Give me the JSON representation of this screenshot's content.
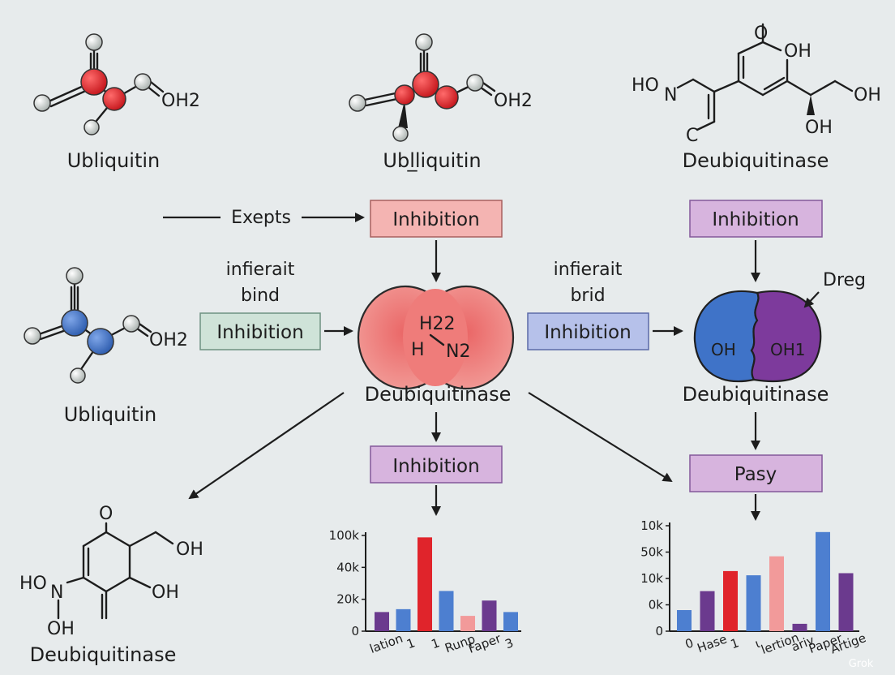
{
  "molecules": {
    "top_left": {
      "caption": "Ubliquitin",
      "group_label": "OH2",
      "atom_color": "#e0242b"
    },
    "top_center": {
      "caption": "Ubl̲liquitin",
      "group_label": "OH2",
      "atom_color": "#e0242b"
    },
    "top_right": {
      "caption": "Deubiquitinase",
      "atoms": {
        "n_group": "HO",
        "n": "N",
        "c": "C",
        "o_top": "O",
        "oh_top": "OH",
        "oh_right": "OH",
        "oh_bottom": "OH"
      }
    },
    "mid_left": {
      "caption": "Ubliquitin",
      "group_label": "OH2",
      "atom_color": "#3f73c8"
    },
    "bottom_left": {
      "caption": "Deubiquitinase",
      "atoms": {
        "o_top": "O",
        "oh_right": "OH",
        "oh_mid": "OH",
        "n_group": "HO",
        "n": "N",
        "oh_bottom": "OH"
      }
    }
  },
  "flow": {
    "exepts_label": "Exepts",
    "left_side_label_1": "infierait",
    "left_side_label_2": "bind",
    "right_side_label_1": "infierait",
    "right_side_label_2": "brid",
    "drug_label": "Dreg"
  },
  "boxes": {
    "top_center": "Inhibition",
    "top_right": "Inhibition",
    "mid_left": "Inhibition",
    "mid_right": "Inhibition",
    "bottom_center": "Inhibition",
    "bottom_right": "Pasy"
  },
  "enzymes": {
    "center": {
      "caption": "Deubiquitinase",
      "formula_1": "H22",
      "formula_2": "H",
      "formula_3": "N2",
      "color": "#f08c8c"
    },
    "right": {
      "caption": "Deubiquitinase",
      "left_label": "OH",
      "right_label": "OH1",
      "left_color": "#3f73c8",
      "right_color": "#7d3a9c"
    }
  },
  "colors": {
    "pink_box": "#f4b4b2",
    "purple_box": "#d7b4de",
    "green_box": "#cfe3d8",
    "blue_box": "#b6c1ea",
    "red": "#e0242b",
    "blue": "#4d7fd0",
    "purple": "#6b3a8e",
    "pink": "#f29a9a"
  },
  "chart_data": [
    {
      "type": "bar",
      "title": "",
      "xlabel": "",
      "ylabel": "",
      "y_ticks": [
        "100k",
        "40k",
        "20k",
        "0"
      ],
      "categories": [
        "lation",
        "1",
        "1",
        "Runp",
        "Faper",
        "3"
      ],
      "values": [
        20,
        23,
        98,
        42,
        16,
        32,
        20
      ],
      "bar_colors": [
        "#6b3a8e",
        "#4d7fd0",
        "#e0242b",
        "#4d7fd0",
        "#f29a9a",
        "#6b3a8e",
        "#4d7fd0"
      ],
      "ylim": [
        0,
        100
      ]
    },
    {
      "type": "bar",
      "title": "",
      "xlabel": "",
      "ylabel": "",
      "y_ticks": [
        "10k",
        "50k",
        "10k",
        "0k",
        "0"
      ],
      "categories": [
        "0",
        "Hase",
        "1",
        "ι",
        "lertion",
        "ariv",
        "Paper",
        "Artige"
      ],
      "values": [
        20,
        38,
        57,
        53,
        71,
        7,
        94,
        55
      ],
      "bar_colors": [
        "#4d7fd0",
        "#6b3a8e",
        "#e0242b",
        "#4d7fd0",
        "#f29a9a",
        "#6b3a8e",
        "#4d7fd0",
        "#6b3a8e"
      ],
      "ylim": [
        0,
        100
      ]
    }
  ],
  "watermark": "Grok"
}
